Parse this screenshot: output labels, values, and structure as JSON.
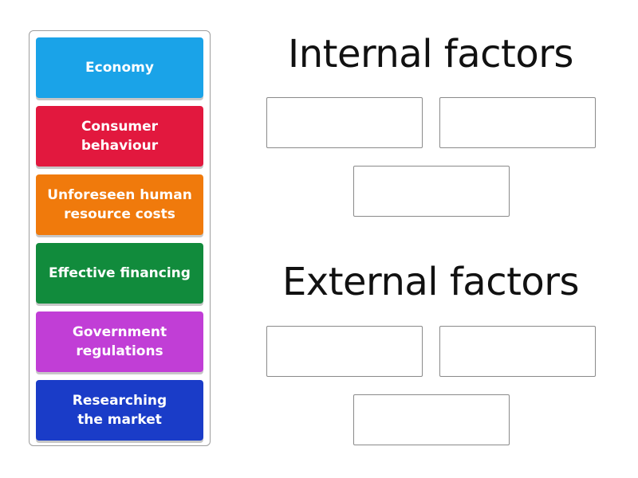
{
  "cards": [
    {
      "label": "Economy",
      "color": "#1aa3e8"
    },
    {
      "label": "Consumer behaviour",
      "color": "#e2183e"
    },
    {
      "label": "Unforeseen human resource costs",
      "color": "#f07a0c"
    },
    {
      "label": "Effective financing",
      "color": "#118b3c"
    },
    {
      "label": "Government regulations",
      "color": "#c13ed6"
    },
    {
      "label": "Researching the market",
      "color": "#1a3cc8"
    }
  ],
  "groups": [
    {
      "title": "Internal factors"
    },
    {
      "title": "External factors"
    }
  ]
}
